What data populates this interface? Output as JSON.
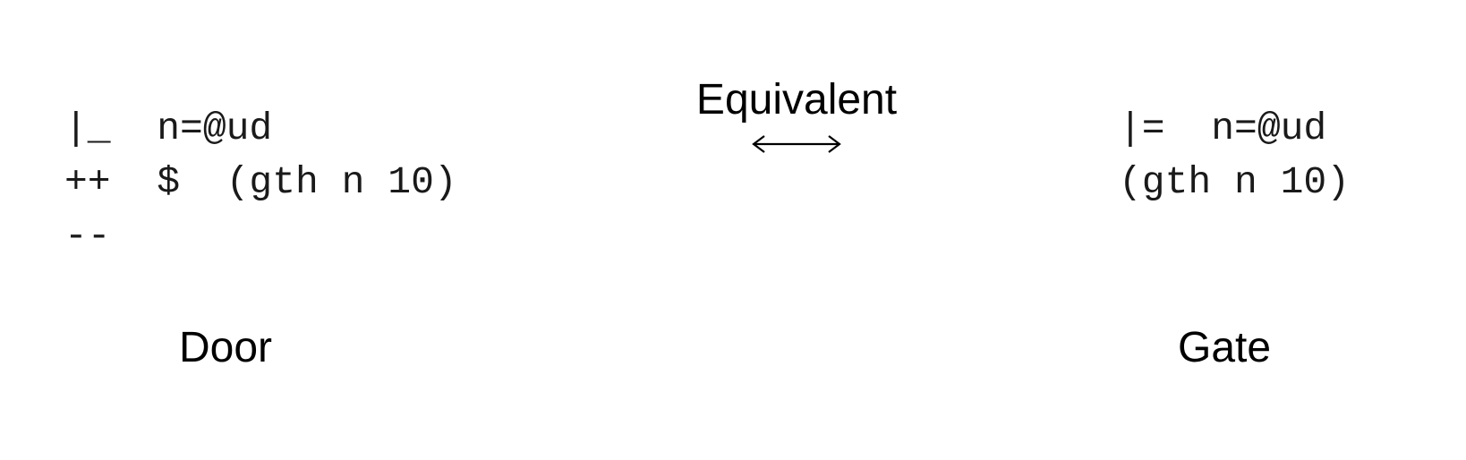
{
  "door": {
    "code_lines": [
      "|_  n=@ud",
      "++  $  (gth n 10)",
      "--"
    ],
    "label": "Door"
  },
  "equivalence": {
    "label": "Equivalent",
    "icon": "left-right-arrow-icon"
  },
  "gate": {
    "code_lines": [
      "|=  n=@ud",
      "(gth n 10)"
    ],
    "label": "Gate"
  }
}
